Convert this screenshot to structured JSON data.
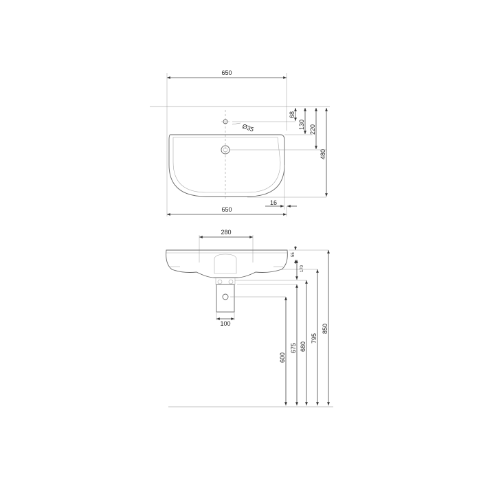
{
  "top_view": {
    "width_top": "650",
    "width_bottom": "650",
    "dim_68": "68",
    "dim_130": "130",
    "dim_220": "220",
    "dim_480": "480",
    "dim_16": "16",
    "hole_diameter": "Ø35"
  },
  "front_view": {
    "dim_280": "280",
    "dim_55": "55",
    "dim_170": "170",
    "dim_100": "100",
    "dim_600": "600",
    "dim_675": "675",
    "dim_680": "680",
    "dim_795": "795",
    "dim_850": "850"
  }
}
